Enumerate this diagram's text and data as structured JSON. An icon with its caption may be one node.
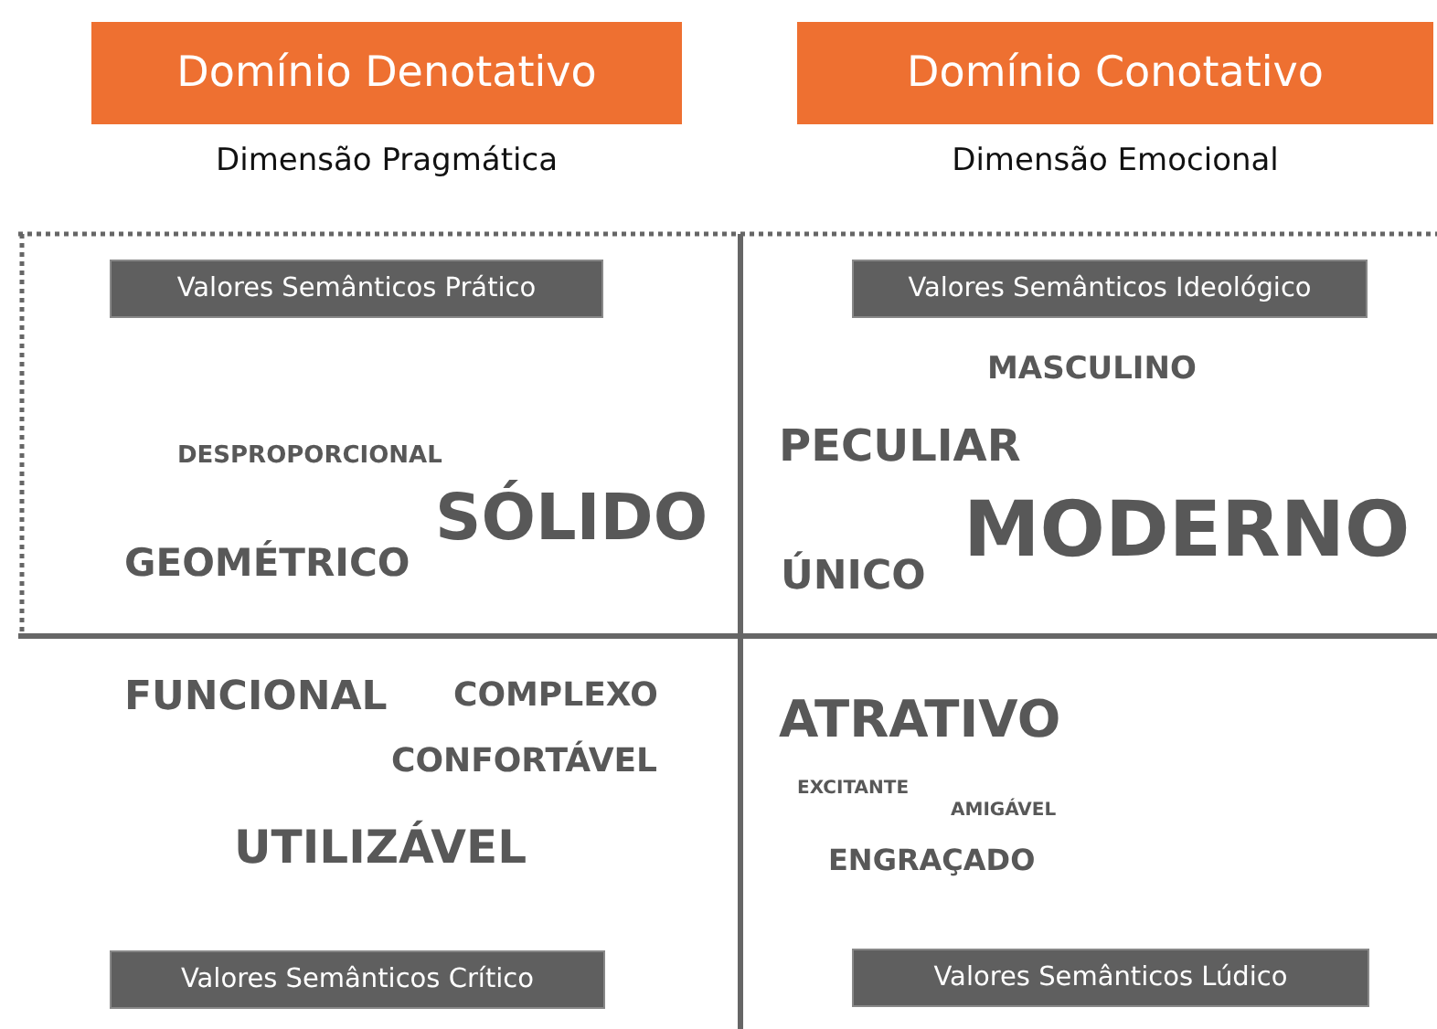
{
  "diagram": {
    "nodes": [
      {
        "text": [
          "Domínio Denotativo"
        ],
        "beside": [
          "Dimensão Pragmática"
        ]
      },
      {
        "text": [
          "Domínio Conotativo"
        ],
        "beside": [
          "Dimensão Emocional"
        ]
      },
      {
        "text": [
          "Valores Semânticos Prático"
        ]
      },
      {
        "text": [
          "Valores Semânticos Ideológico"
        ]
      },
      {
        "text": [
          "Valores Semânticos Crítico"
        ]
      },
      {
        "text": [
          "Valores Semânticos Lúdico"
        ]
      }
    ],
    "labels": [
      "MASCULINO",
      "PECULIAR",
      "DESPROPORCIONAL",
      "SÓLIDO",
      "MODERNO",
      "GEOMÉTRICO",
      "ÚNICO",
      "FUNCIONAL",
      "COMPLEXO",
      "ATRATIVO",
      "CONFORTÁVEL",
      "EXCITANTE",
      "AMIGÁVEL",
      "UTILIZÁVEL",
      "ENGRAÇADO"
    ]
  }
}
